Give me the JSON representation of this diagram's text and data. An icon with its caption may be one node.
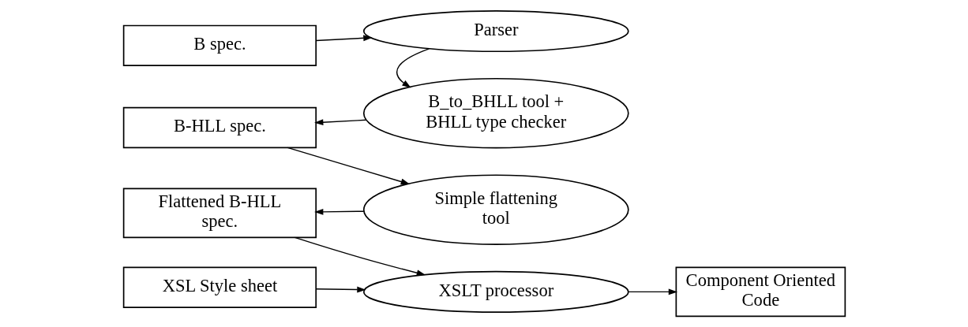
{
  "diagram": {
    "nodes": [
      {
        "text": [
          "B spec."
        ]
      },
      {
        "text": [
          "Parser"
        ]
      },
      {
        "text": [
          "B_to_BHLL tool + BHLL type checker"
        ]
      },
      {
        "text": [
          "B-HLL spec."
        ]
      },
      {
        "text": [
          "Simple flattening tool"
        ]
      },
      {
        "text": [
          "Flattened B-HLL spec."
        ]
      },
      {
        "text": [
          "XSL Style sheet"
        ]
      },
      {
        "text": [
          "XSLT processor"
        ]
      },
      {
        "text": [
          "Component Oriented Code"
        ]
      }
    ],
    "edges": [
      {
        "from": 0,
        "to": 1,
        "arrow": "to"
      },
      {
        "from": 1,
        "to": 2,
        "arrow": "to"
      },
      {
        "from": 2,
        "to": 3,
        "arrow": "to"
      },
      {
        "from": 3,
        "to": 4,
        "arrow": "to"
      },
      {
        "from": 4,
        "to": 5,
        "arrow": "to"
      },
      {
        "from": 5,
        "to": 7,
        "arrow": "to"
      },
      {
        "from": 6,
        "to": 7,
        "arrow": "to"
      },
      {
        "from": 7,
        "to": 8,
        "arrow": "to"
      }
    ]
  }
}
